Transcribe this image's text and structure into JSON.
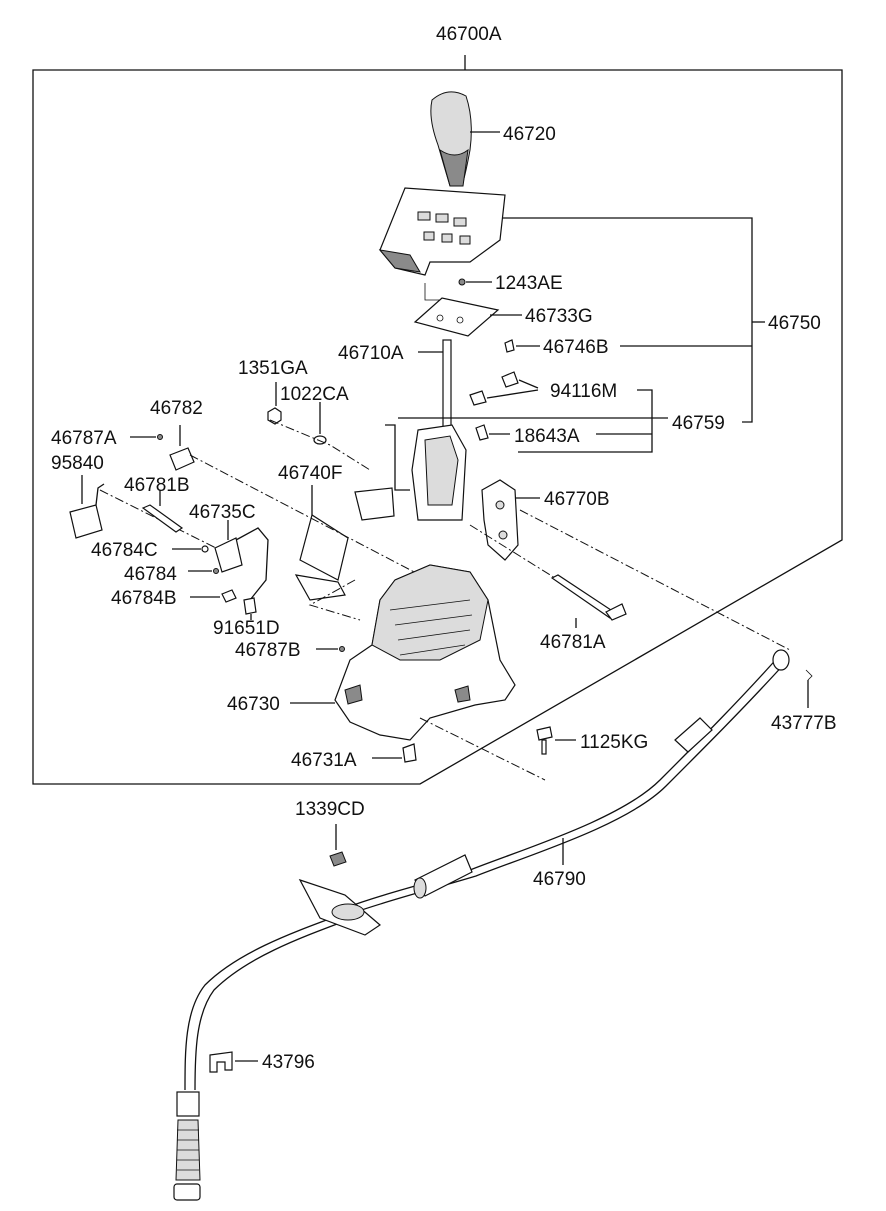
{
  "diagram": {
    "assembly_label": "46700A",
    "labels": {
      "p46720": "46720",
      "p1243AE": "1243AE",
      "p46733G": "46733G",
      "p46750": "46750",
      "p46710A": "46710A",
      "p46746B": "46746B",
      "p1351GA": "1351GA",
      "p94116M": "94116M",
      "p1022CA": "1022CA",
      "p46782": "46782",
      "p46759": "46759",
      "p46787A": "46787A",
      "p18643A": "18643A",
      "p95840": "95840",
      "p46740F": "46740F",
      "p46781B": "46781B",
      "p46770B": "46770B",
      "p46735C": "46735C",
      "p46784C": "46784C",
      "p46784": "46784",
      "p46784B": "46784B",
      "p91651D": "91651D",
      "p46781A": "46781A",
      "p46787B": "46787B",
      "p43777B": "43777B",
      "p46730": "46730",
      "p1125KG": "1125KG",
      "p46731A": "46731A",
      "p1339CD": "1339CD",
      "p46790": "46790",
      "p43796": "43796"
    }
  }
}
